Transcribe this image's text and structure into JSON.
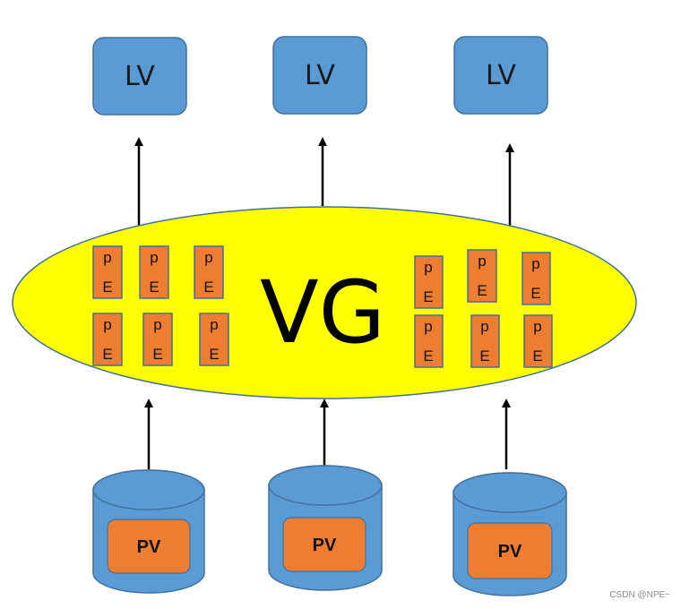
{
  "diagram": {
    "vg_label": "VG",
    "lv_boxes": [
      {
        "label": "LV"
      },
      {
        "label": "LV"
      },
      {
        "label": "LV"
      }
    ],
    "pv_disks": [
      {
        "label": "PV"
      },
      {
        "label": "PV"
      },
      {
        "label": "PV"
      }
    ],
    "pe_blocks": [
      {
        "top": "p",
        "bottom": "E"
      },
      {
        "top": "p",
        "bottom": "E"
      },
      {
        "top": "p",
        "bottom": "E"
      },
      {
        "top": "p",
        "bottom": "E"
      },
      {
        "top": "p",
        "bottom": "E"
      },
      {
        "top": "p",
        "bottom": "E"
      },
      {
        "top": "p",
        "bottom": "E"
      },
      {
        "top": "p",
        "bottom": "E"
      },
      {
        "top": "p",
        "bottom": "E"
      },
      {
        "top": "p",
        "bottom": "E"
      },
      {
        "top": "p",
        "bottom": "E"
      },
      {
        "top": "p",
        "bottom": "E"
      }
    ]
  },
  "colors": {
    "lv_fill": "#5b9bd5",
    "lv_stroke": "#41719c",
    "vg_fill": "#ffff00",
    "vg_stroke": "#41719c",
    "pe_fill": "#ed7d31",
    "pe_stroke": "#41719c",
    "pv_body": "#5b9bd5",
    "pv_label_fill": "#ed7d31",
    "arrow": "#000000"
  },
  "watermark": "CSDN @NPE~"
}
